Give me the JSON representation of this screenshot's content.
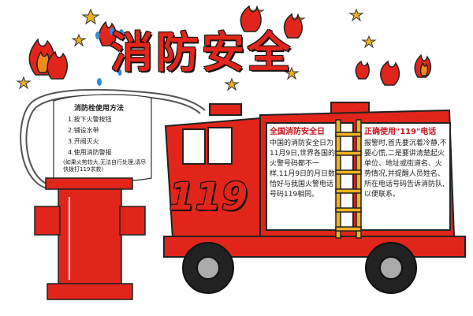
{
  "header": {
    "title": "消防安全"
  },
  "instructions": {
    "title": "消防栓使用方法",
    "steps": [
      "1.按下火警按钮",
      "2.铺设水带",
      "3.开阀灭火",
      "4.使用消防警报"
    ],
    "note": "(如果火势较大,无法自行处理,请尽快拨打119求救)"
  },
  "truck": {
    "number": "119"
  },
  "left_panel": {
    "title": "全国消防安全日",
    "body": "中国的消防安全日为11月9日,世界各国的火警号码都不一样,11月9日的月日数恰好与我国火警电话号码119相同。"
  },
  "right_panel": {
    "title": "正确使用\"119\"电话",
    "body": "报警时,首先要沉着冷静,不要心慌,二是要讲清楚起火单位、地址或街道名、火势情况,并提醒人员姓名、所在电话号码告诉消防队,以便联系。"
  },
  "colors": {
    "red": "#e1251b",
    "dark": "#111111",
    "flame_orange": "#f28a1e",
    "ink": "#222222"
  }
}
